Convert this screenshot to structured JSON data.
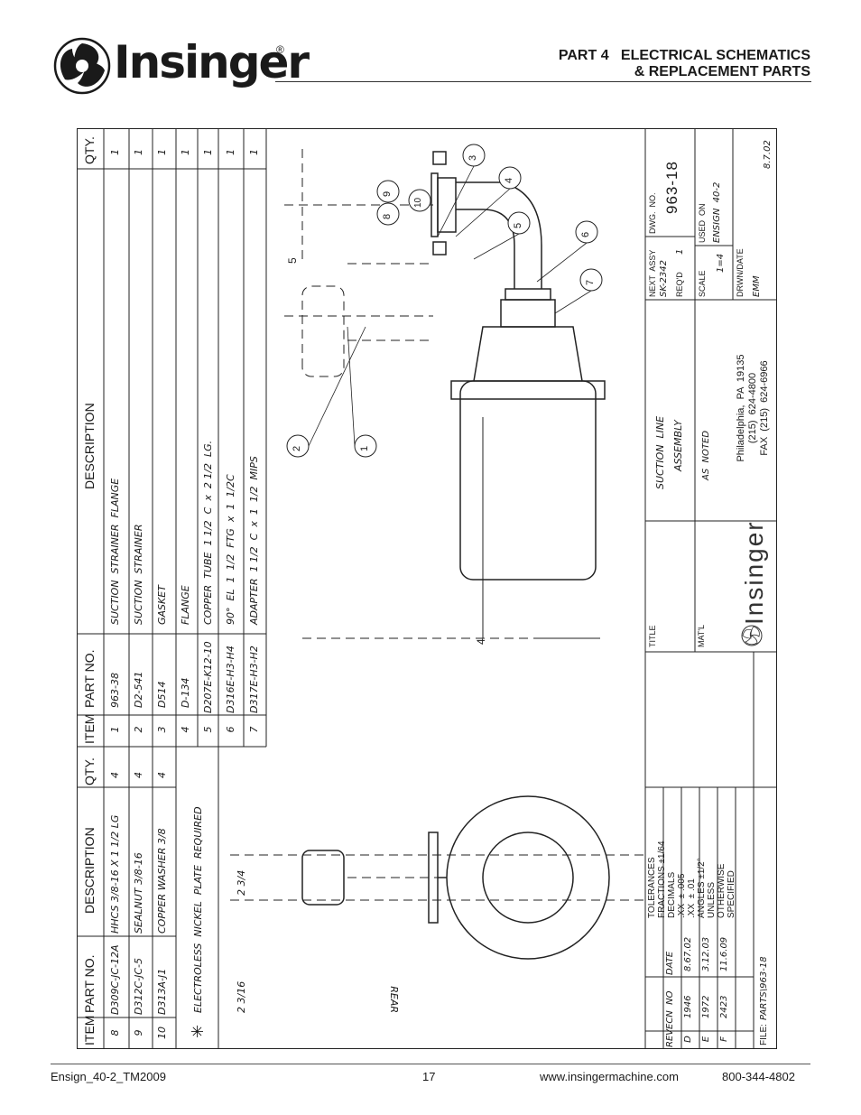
{
  "header": {
    "brand": "Insinger",
    "registered": "®",
    "section_line1": "PART 4   ELECTRICAL SCHEMATICS",
    "section_line2": "& REPLACEMENT PARTS"
  },
  "tables": {
    "left_headers": [
      "ITEM",
      "PART NO.",
      "DESCRIPTION",
      "QTY."
    ],
    "left_rows": [
      {
        "item": "1",
        "part": "963-38",
        "desc": "SUCTION  STRAINER  FLANGE",
        "qty": "1"
      },
      {
        "item": "2",
        "part": "D2-541",
        "desc": "SUCTION  STRAINER",
        "qty": "1"
      },
      {
        "item": "3",
        "part": "D514",
        "desc": "GASKET",
        "qty": "1"
      },
      {
        "item": "4",
        "part": "D-134",
        "desc": "FLANGE",
        "qty": "1"
      },
      {
        "item": "5",
        "part": "D207E-K12-10",
        "desc": "COPPER  TUBE  1 1/2  C  x  2 1/2  LG.",
        "qty": "1"
      },
      {
        "item": "6",
        "part": "D316E-H3-H4",
        "desc": "90°  EL  1  1/2  FTG  x  1  1/2C",
        "qty": "1"
      },
      {
        "item": "7",
        "part": "D317E-H3-H2",
        "desc": "ADAPTER  1 1/2  C  x  1  1/2  MIPS",
        "qty": "1"
      }
    ],
    "right_headers": [
      "ITEM",
      "PART NO.",
      "DESCRIPTION",
      "QTY."
    ],
    "right_rows": [
      {
        "item": "8",
        "part": "D309C-JC-12A",
        "desc": "HHCS  3/8-16  X  1  1/2  LG",
        "qty": "4"
      },
      {
        "item": "9",
        "part": "D312C-JC-5",
        "desc": "SEALNUT  3/8-16",
        "qty": "4"
      },
      {
        "item": "10",
        "part": "D313A-J1",
        "desc": "COPPER  WASHER  3/8",
        "qty": "4"
      }
    ],
    "note_star": "✳",
    "note_text": "ELECTROLESS  NICKEL  PLATE  REQUIRED"
  },
  "drawing": {
    "callouts": [
      "1",
      "2",
      "3",
      "4",
      "5",
      "6",
      "7",
      "8",
      "9",
      "10"
    ],
    "dim_5": "5",
    "dim_4": "4",
    "dim_2_3_4": "2 3/4",
    "dim_2_3_16": "2 3/16",
    "rear_label": "REAR"
  },
  "title_block": {
    "tolerances_title": "TOLERANCES",
    "tol_fractions": "FRACTIONS ±1/64",
    "tol_decimals": "DECIMALS",
    "tol_xxx": ".XX  ± .005",
    "tol_xx": ".XX  ± .01",
    "tol_angles": "ANGLES ±1/2°",
    "tol_unless": "UNLESS",
    "tol_otherwise": "OTHERWISE",
    "tol_specified": "SPECIFIED",
    "revisions": [
      {
        "rev": "F",
        "ecn": "2423",
        "date": "11.6.09"
      },
      {
        "rev": "E",
        "ecn": "1972",
        "date": "3.12.03"
      },
      {
        "rev": "D",
        "ecn": "1946",
        "date": "8.67.02"
      }
    ],
    "rev_label": "REV",
    "ecn_label": "ECN  NO",
    "date_label": "DATE",
    "file_label": "FILE:",
    "file_value": "PARTS\\963-18",
    "title_label": "TITLE",
    "title_line1": "SUCTION  LINE",
    "title_line2": "ASSEMBLY",
    "matl_label": "MAT'L",
    "matl_value": "AS  NOTED",
    "company": "Insinger",
    "address": "Philadelphia,  PA  19135",
    "phone": "(215)  624-4800",
    "fax": "FAX  (215)  624-6966",
    "next_assy_label": "NEXT  ASSY",
    "next_assy_value": "SK-2342",
    "reqd_label": "REQ'D",
    "reqd_value": "1",
    "scale_label": "SCALE",
    "scale_value": "1=4",
    "dwg_label": "DWG.  NO.",
    "dwg_value": "963-18",
    "used_on_label": "USED  ON",
    "used_on_value": "ENSIGN  40-2",
    "drwn_label": "DRWN/DATE",
    "drwn_by": "EMM",
    "drwn_date": "8.7.02"
  },
  "footer": {
    "left": "Ensign_40-2_TM2009",
    "page": "17",
    "web": "www.insingermachine.com",
    "phone": "800-344-4802"
  }
}
